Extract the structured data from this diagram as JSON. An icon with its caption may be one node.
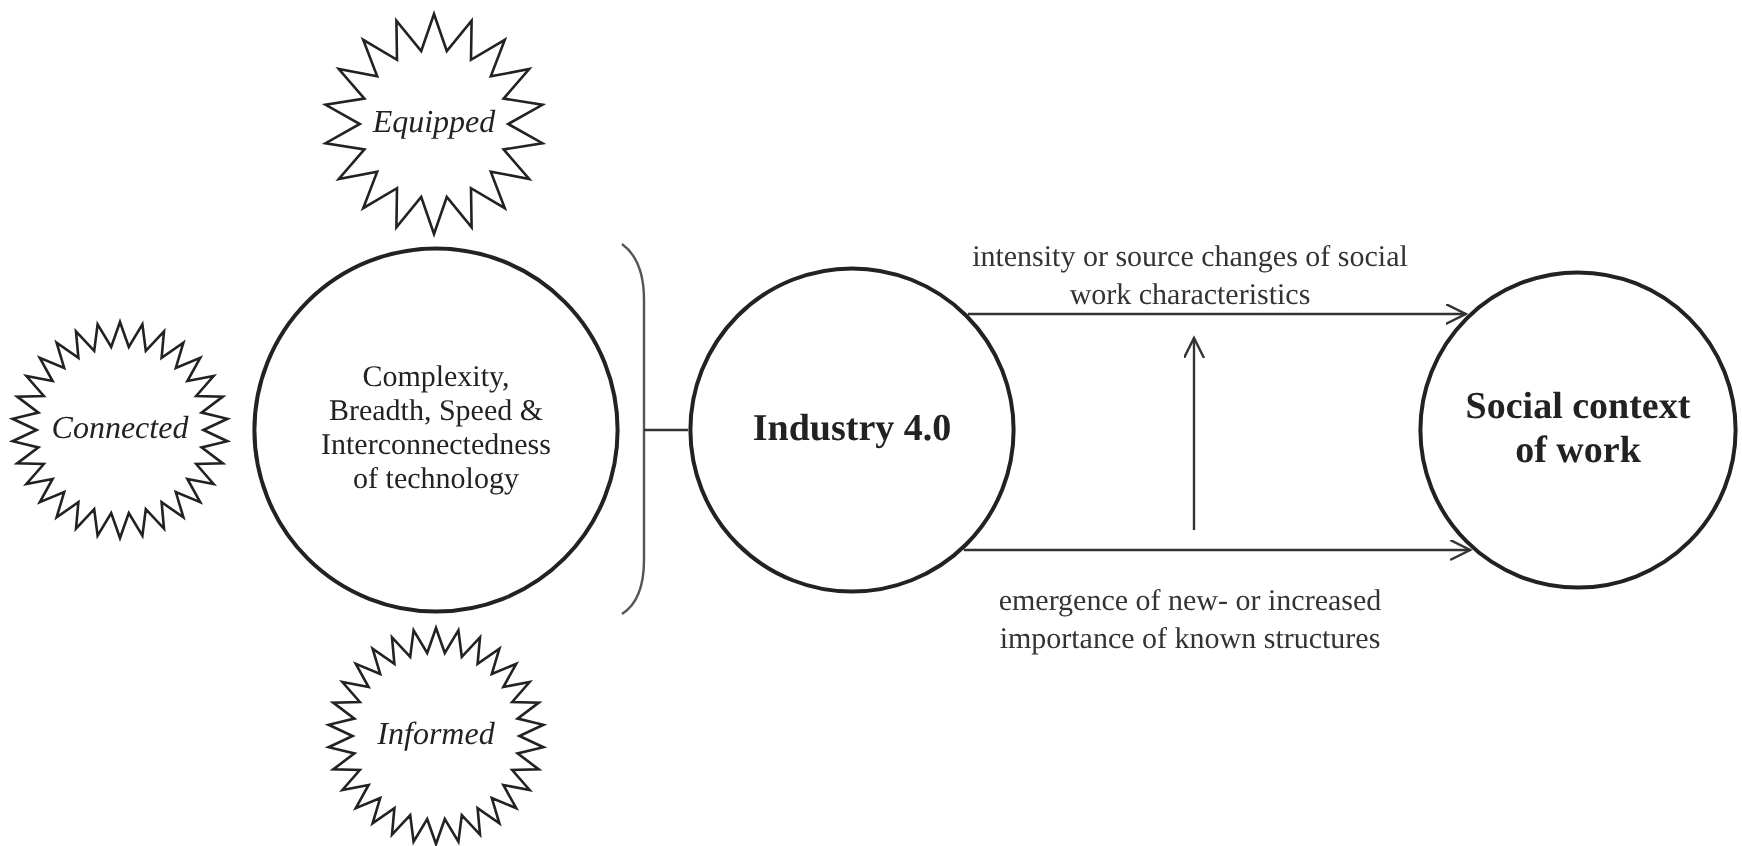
{
  "diagram": {
    "nodes": [
      {
        "text": [
          "Equipped"
        ]
      },
      {
        "text": [
          "Connected"
        ]
      },
      {
        "text": [
          "Complexity, Breadth, Speed & Interconnectedness of technology"
        ]
      },
      {
        "text": [
          "Informed"
        ]
      },
      {
        "text": [
          "Industry 4.0"
        ]
      },
      {
        "text": [
          "Social context of work"
        ]
      }
    ],
    "edges": [
      {
        "from": 2,
        "to": 4,
        "arrow": "none"
      },
      {
        "from": 4,
        "to": 5,
        "arrow": "to",
        "label": "intensity or source changes of social work characteristics"
      },
      {
        "from": 4,
        "to": 5,
        "arrow": "to",
        "label": "emergence of new- or increased importance of known structures"
      }
    ]
  }
}
